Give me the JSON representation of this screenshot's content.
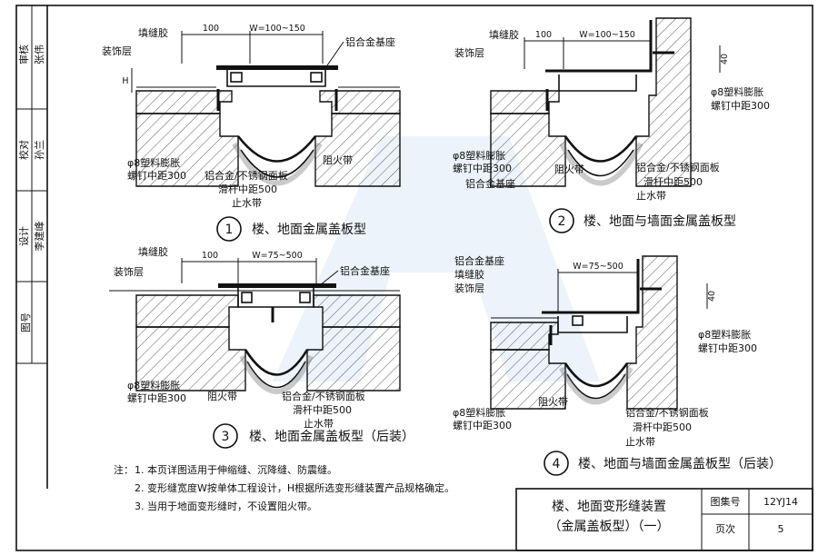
{
  "side_column": {
    "row1": [
      "审核",
      "张伟"
    ],
    "row2": [
      "校对",
      "孙兰"
    ],
    "row3": [
      "设计",
      "李建峰"
    ],
    "row4": [
      "图号"
    ]
  },
  "detail1": {
    "num": "1",
    "caption": "楼、地面金属盖板型",
    "lbl_filler": "填缝胶",
    "lbl_deco": "装饰层",
    "lbl_base": "铝合金基座",
    "dim_left": "100",
    "dim_w": "W=100~150",
    "dim_h": "H",
    "lbl_screw1": "φ8塑料膨胀",
    "lbl_screw2": "螺钉中距300",
    "lbl_plate": "铝合金/不锈钢面板",
    "lbl_rod": "滑杆中距500",
    "lbl_water": "止水带",
    "lbl_fire": "阻火带"
  },
  "detail2": {
    "num": "2",
    "caption": "楼、地面与墙面金属盖板型",
    "lbl_filler": "填缝胶",
    "lbl_deco": "装饰层",
    "dim_left": "100",
    "dim_w": "W=100~150",
    "dim_40": "40",
    "lbl_screw_r1": "φ8塑料膨胀",
    "lbl_screw_r2": "螺钉中距300",
    "lbl_screw1": "φ8塑料膨胀",
    "lbl_screw2": "螺钉中距300",
    "lbl_base": "铝合金基座",
    "lbl_fire": "阻火带",
    "lbl_plate": "铝合金/不锈钢面板",
    "lbl_rod": "滑杆中距500",
    "lbl_water": "止水带"
  },
  "detail3": {
    "num": "3",
    "caption": "楼、地面金属盖板型（后装）",
    "lbl_filler": "填缝胶",
    "lbl_deco": "装饰层",
    "lbl_base": "铝合金基座",
    "dim_left": "100",
    "dim_w": "W=75~500",
    "lbl_screw1": "φ8塑料膨胀",
    "lbl_screw2": "螺钉中距300",
    "lbl_fire": "阻火带",
    "lbl_plate": "铝合金/不锈钢面板",
    "lbl_rod": "滑杆中距500",
    "lbl_water": "止水带"
  },
  "detail4": {
    "num": "4",
    "caption": "楼、地面与墙面金属盖板型（后装）",
    "lbl_base": "铝合金基座",
    "lbl_filler": "填缝胶",
    "lbl_deco": "装饰层",
    "dim_w": "W=75~500",
    "dim_40": "40",
    "lbl_screw_r1": "φ8塑料膨胀",
    "lbl_screw_r2": "螺钉中距300",
    "lbl_screw1": "φ8塑料膨胀",
    "lbl_screw2": "螺钉中距300",
    "lbl_fire": "阻火带",
    "lbl_plate": "铝合金/不锈钢面板",
    "lbl_rod": "滑杆中距500",
    "lbl_water": "止水带"
  },
  "notes": {
    "prefix": "注：",
    "n1": "1.  本页详图适用于伸缩缝、沉降缝、防震缝。",
    "n2": "2.  变形缝宽度W按单体工程设计，H根据所选变形缝装置产品规格确定。",
    "n3": "3.  当用于地面变形缝时，不设置阻火带。"
  },
  "title_block": {
    "title1": "楼、地面变形缝装置",
    "title2": "（金属盖板型）（一）",
    "atlas_label": "图集号",
    "atlas_value": "12YJ14",
    "page_label": "页次",
    "page_value": "5"
  }
}
